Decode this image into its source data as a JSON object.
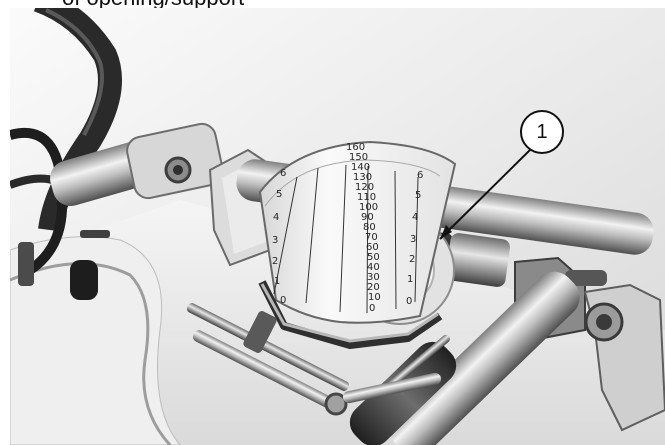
{
  "caption": {
    "text": "of opening/support"
  },
  "callout": {
    "label": "1"
  },
  "dial": {
    "left_scale_numbers": [
      "6",
      "5",
      "4",
      "3",
      "2",
      "1",
      "0"
    ],
    "center_scale_numbers": [
      "160",
      "150",
      "140",
      "130",
      "120",
      "110",
      "100",
      "90",
      "80",
      "70",
      "60",
      "50",
      "40",
      "30",
      "20",
      "10",
      "0"
    ],
    "right_scale_numbers": [
      "6",
      "5",
      "4",
      "3",
      "2",
      "1",
      "0"
    ]
  },
  "colors": {
    "background": "#ffffff",
    "photo_backdrop": "#e7e7e7",
    "metal_dark": "#4a4a4a",
    "metal_light": "#c9c9c9",
    "dial_face": "#f7f7f7"
  }
}
